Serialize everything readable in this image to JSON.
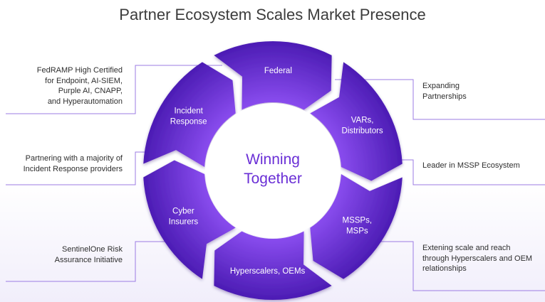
{
  "title": "Partner Ecosystem Scales Market Presence",
  "center": {
    "line1": "Winning",
    "line2": "Together"
  },
  "segments": [
    {
      "id": "federal",
      "lines": [
        "Federal"
      ]
    },
    {
      "id": "vars",
      "lines": [
        "VARs,",
        "Distributors"
      ]
    },
    {
      "id": "mssps",
      "lines": [
        "MSSPs,",
        "MSPs"
      ]
    },
    {
      "id": "hyperscalers",
      "lines": [
        "Hyperscalers, OEMs"
      ]
    },
    {
      "id": "cyber",
      "lines": [
        "Cyber",
        "Insurers"
      ]
    },
    {
      "id": "incident",
      "lines": [
        "Incident",
        "Response"
      ]
    }
  ],
  "callouts": {
    "federal": [
      "FedRAMP High Certified",
      "for Endpoint, AI-SIEM,",
      "Purple AI, CNAPP,",
      "and Hyperautomation"
    ],
    "vars": [
      "Expanding",
      "Partnerships"
    ],
    "incident": [
      "Partnering with a  majority of",
      "Incident Response providers"
    ],
    "mssps": [
      "Leader in MSSP Ecosystem"
    ],
    "cyber": [
      "SentinelOne Risk",
      "Assurance Initiative"
    ],
    "hyperscalers": [
      "Extening scale and reach",
      "through Hyperscalers and OEM",
      "relationships"
    ]
  },
  "colors": {
    "accent": "#6a2fd6",
    "line": "#8f6be0",
    "dark": "#3a119e",
    "light": "#8a4cf0"
  }
}
